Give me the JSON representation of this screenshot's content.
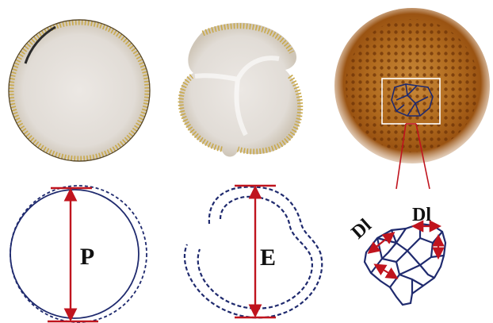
{
  "panels": [
    {
      "id": "polar",
      "label": "P"
    },
    {
      "id": "equatorial",
      "label": "E"
    },
    {
      "id": "lumina",
      "label_1": "Dl",
      "label_2": "Dl"
    }
  ],
  "colors": {
    "measure": "#c0141e",
    "outline": "#1f2a6e",
    "wall": "#c9a94a",
    "grain_fill": "#e6e1dc",
    "exine_grain": "#b86a1c"
  }
}
